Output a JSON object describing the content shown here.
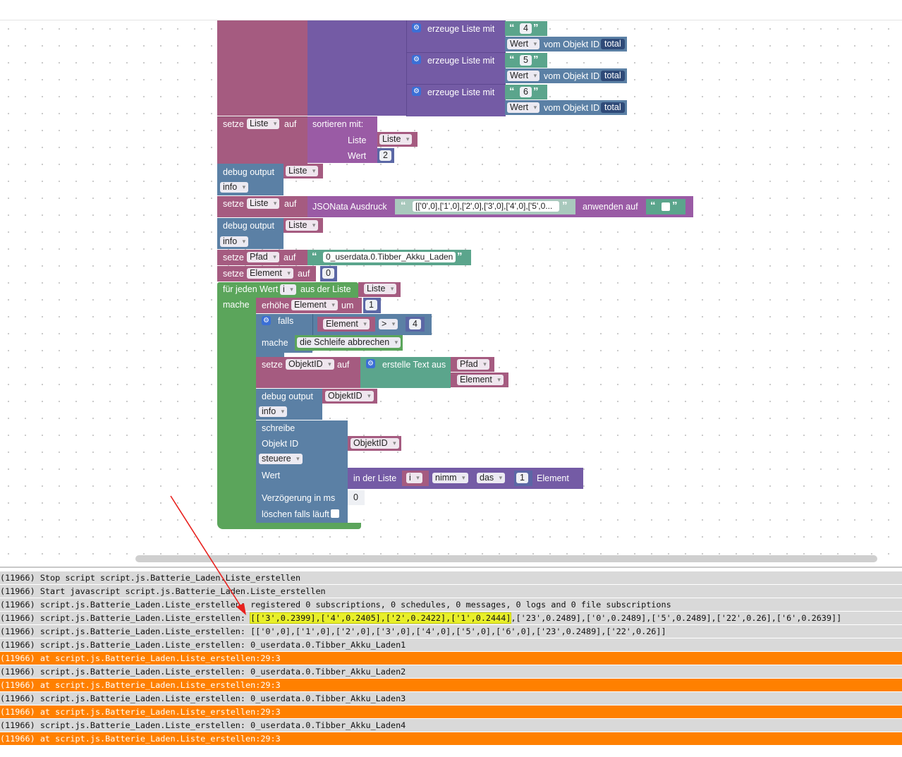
{
  "blocks": {
    "list_items": [
      {
        "label": "erzeuge Liste mit",
        "number": "4",
        "wert": "Wert",
        "vom": "vom Objekt ID",
        "prop": "total"
      },
      {
        "label": "erzeuge Liste mit",
        "number": "5",
        "wert": "Wert",
        "vom": "vom Objekt ID",
        "prop": "total"
      },
      {
        "label": "erzeuge Liste mit",
        "number": "6",
        "wert": "Wert",
        "vom": "vom Objekt ID",
        "prop": "total"
      }
    ],
    "sort_set": {
      "setze": "setze",
      "var": "Liste",
      "auf": "auf",
      "sort": "sortieren mit:",
      "liste_label": "Liste",
      "liste_var": "Liste",
      "wert_label": "Wert",
      "wert_value": "2"
    },
    "debug1": {
      "label": "debug output",
      "var": "Liste",
      "level": "info"
    },
    "jsonata_set": {
      "setze": "setze",
      "var": "Liste",
      "auf": "auf",
      "label": "JSONata Ausdruck",
      "expr": "[['0',0],['1',0],['2',0],['3',0],['4',0],['5',0...",
      "apply": "anwenden auf"
    },
    "debug2": {
      "label": "debug output",
      "var": "Liste",
      "level": "info"
    },
    "pfad_set": {
      "setze": "setze",
      "var": "Pfad",
      "auf": "auf",
      "value": "0_userdata.0.Tibber_Akku_Laden"
    },
    "element_set": {
      "setze": "setze",
      "var": "Element",
      "auf": "auf",
      "value": "0"
    },
    "foreach": {
      "label": "für jeden Wert",
      "var": "i",
      "from": "aus der Liste",
      "list": "Liste",
      "do": "mache"
    },
    "increment": {
      "label": "erhöhe",
      "var": "Element",
      "by": "um",
      "value": "1"
    },
    "if_block": {
      "label": "falls",
      "var": "Element",
      "op": ">",
      "value": "4",
      "do": "mache",
      "action": "die Schleife abbrechen"
    },
    "objid_set": {
      "setze": "setze",
      "var": "ObjektID",
      "auf": "auf",
      "create": "erstelle Text aus",
      "part1": "Pfad",
      "part2": "Element"
    },
    "debug3": {
      "label": "debug output",
      "var": "ObjektID",
      "level": "info"
    },
    "write": {
      "label": "schreibe",
      "objid_label": "Objekt ID",
      "objid_var": "ObjektID",
      "mode": "steuere",
      "wert": "Wert",
      "delay_label": "Verzögerung in ms",
      "delay_value": "0",
      "clear_label": "löschen falls läuft"
    },
    "list_get": {
      "label": "in der Liste",
      "var": "i",
      "op": "nimm",
      "which": "das",
      "index": "1",
      "suffix": "Element"
    }
  },
  "console": {
    "lines": [
      {
        "text": "(11966) Stop script script.js.Batterie_Laden.Liste_erstellen",
        "type": "info"
      },
      {
        "text": "(11966) Start javascript script.js.Batterie_Laden.Liste_erstellen",
        "type": "info"
      },
      {
        "text": "(11966) script.js.Batterie_Laden.Liste_erstellen: registered 0 subscriptions, 0 schedules, 0 messages, 0 logs and 0 file subscriptions",
        "type": "info"
      },
      {
        "prefix": "(11966) script.js.Batterie_Laden.Liste_erstellen: ",
        "highlight": "[['3',0.2399],['4',0.2405],['2',0.2422],['1',0.2444]",
        "suffix": ",['23',0.2489],['0',0.2489],['5',0.2489],['22',0.26],['6',0.2639]]",
        "type": "info"
      },
      {
        "text": "(11966) script.js.Batterie_Laden.Liste_erstellen: [['0',0],['1',0],['2',0],['3',0],['4',0],['5',0],['6',0],['23',0.2489],['22',0.26]]",
        "type": "info"
      },
      {
        "text": "(11966) script.js.Batterie_Laden.Liste_erstellen: 0_userdata.0.Tibber_Akku_Laden1",
        "type": "info"
      },
      {
        "text": "(11966) at script.js.Batterie_Laden.Liste_erstellen:29:3",
        "type": "warn"
      },
      {
        "text": "(11966) script.js.Batterie_Laden.Liste_erstellen: 0_userdata.0.Tibber_Akku_Laden2",
        "type": "info"
      },
      {
        "text": "(11966) at script.js.Batterie_Laden.Liste_erstellen:29:3",
        "type": "warn"
      },
      {
        "text": "(11966) script.js.Batterie_Laden.Liste_erstellen: 0_userdata.0.Tibber_Akku_Laden3",
        "type": "info"
      },
      {
        "text": "(11966) at script.js.Batterie_Laden.Liste_erstellen:29:3",
        "type": "warn"
      },
      {
        "text": "(11966) script.js.Batterie_Laden.Liste_erstellen: 0_userdata.0.Tibber_Akku_Laden4",
        "type": "info"
      },
      {
        "text": "(11966) at script.js.Batterie_Laden.Liste_erstellen:29:3",
        "type": "warn"
      }
    ]
  },
  "colors": {
    "variables": "#a55b80",
    "lists": "#745ba5",
    "text": "#5ba58c",
    "logic": "#5b80a5",
    "loops": "#5ba55b",
    "arrow": "#e8211e",
    "highlight": "#e8ef2a",
    "warn": "#ff8000"
  }
}
